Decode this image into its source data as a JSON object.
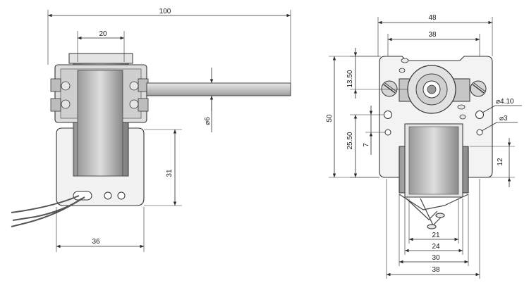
{
  "drawing": {
    "side_view": {
      "dims": {
        "overall_length": "100",
        "bracket_width": "20",
        "shaft_diameter": "⌀6",
        "lower_height": "31",
        "lower_width": "36"
      }
    },
    "front_view": {
      "dims": {
        "total_width": "48",
        "inner_width": "38",
        "height_total": "50",
        "upper_height": "13.50",
        "mid_height": "25.50",
        "small_gap": "7",
        "hole_large": "⌀4.10",
        "hole_small": "⌀3",
        "coil_height": "12",
        "bottom_21": "21",
        "bottom_24": "24",
        "bottom_30": "30",
        "bottom_38": "38"
      }
    },
    "colors": {
      "line": "#2a2a2a",
      "metal": "#d8d8d8",
      "coil": "#b8b8b8",
      "dark": "#555555"
    }
  }
}
